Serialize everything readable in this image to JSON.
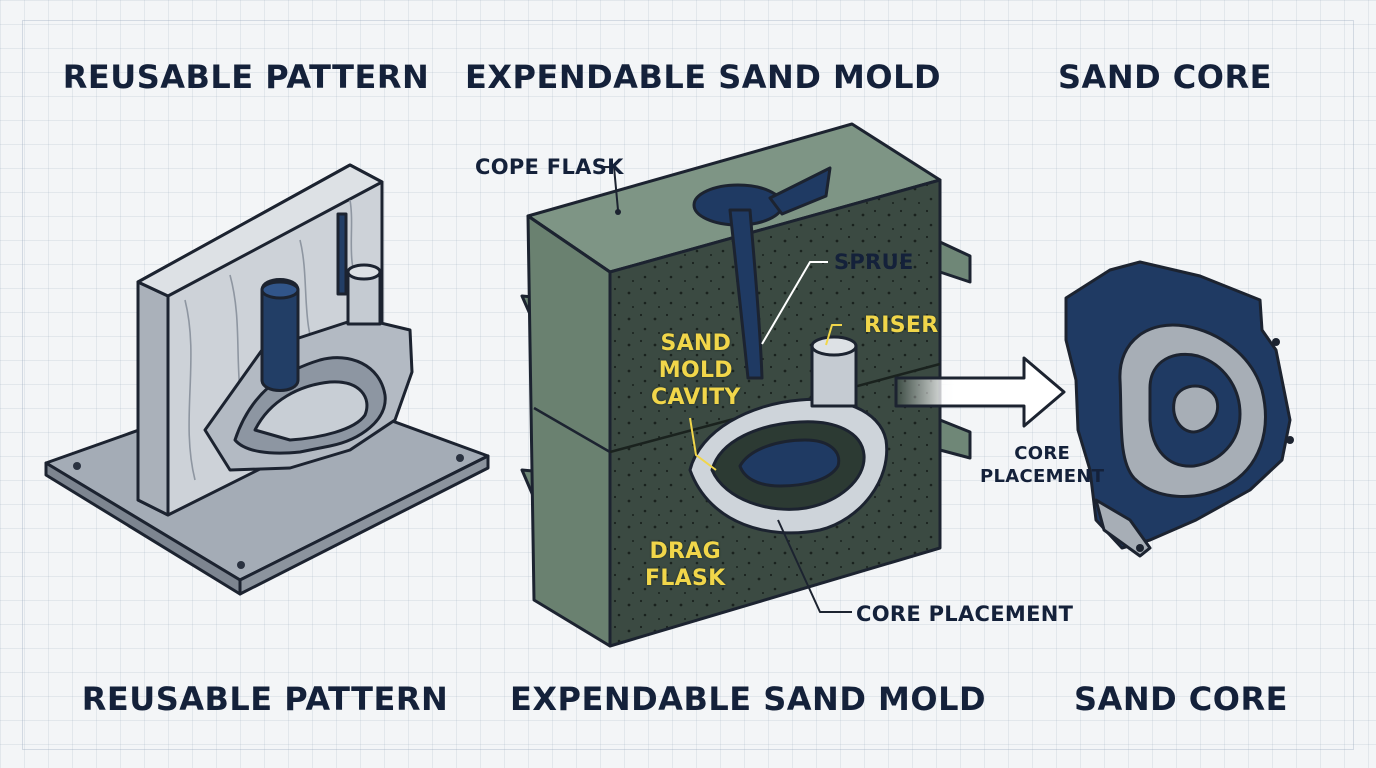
{
  "titles_top": {
    "pattern": "REUSABLE PATTERN",
    "mold": "EXPENDABLE SAND MOLD",
    "core": "SAND CORE"
  },
  "titles_bottom": {
    "pattern": "REUSABLE PATTERN",
    "mold": "EXPENDABLE SAND MOLD",
    "core": "SAND CORE"
  },
  "callouts": {
    "cope_flask": "COPE FLASK",
    "sprue": "SPRUE",
    "riser": "RISER",
    "sand_mold_cavity": "SAND\nMOLD\nCAVITY",
    "drag_flask": "DRAG\nFLASK",
    "core_placement_arrow": "CORE\nPLACEMENT",
    "core_placement_bottom": "CORE PLACEMENT"
  },
  "colors": {
    "ink": "#14213a",
    "flask_green": "#6f8777",
    "sand_dark": "#3b4a42",
    "metal_blue": "#1f3a63",
    "wood": "#c9ced4",
    "plate": "#9ea6b0",
    "highlight_yellow": "#f1d64a"
  }
}
